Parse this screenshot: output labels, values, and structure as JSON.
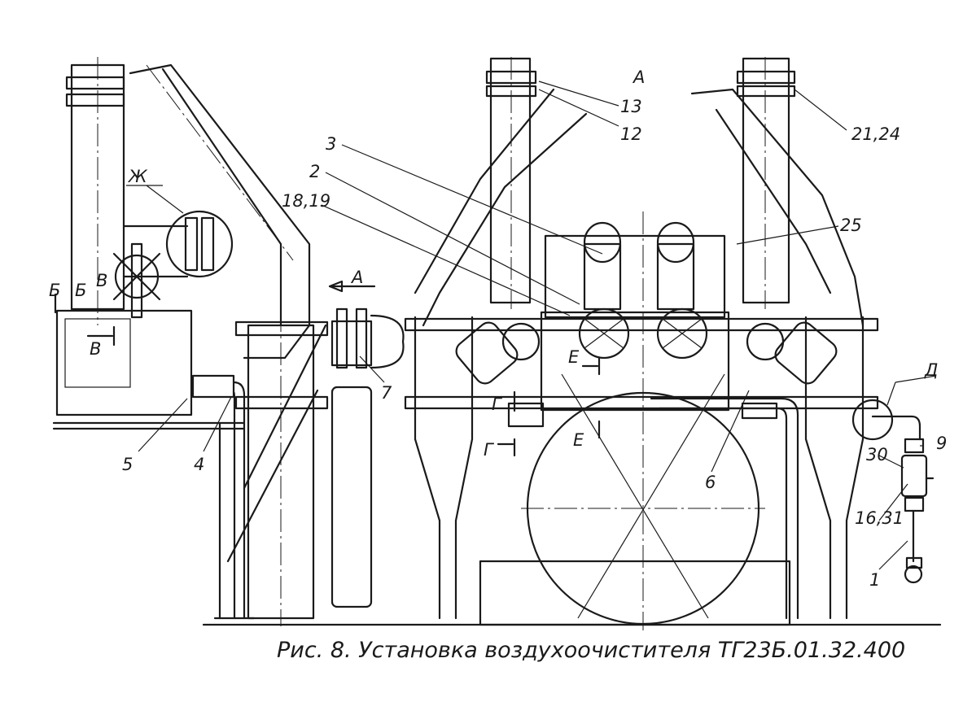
{
  "caption": "Рис. 8. Установка воздухоочистителя   ТГ23Б.01.32.400",
  "view_labels": {
    "view_a_top": "А",
    "view_a_arrow": "А",
    "section_b1": "Б",
    "section_b2": "Б",
    "section_v1": "В",
    "section_v2": "В",
    "section_g1": "Г",
    "section_g2": "Г",
    "section_e1": "Е",
    "section_e2": "Е",
    "detail_zh": "Ж",
    "detail_d": "Д"
  },
  "callouts": {
    "c1": "1",
    "c2": "2",
    "c3": "3",
    "c4": "4",
    "c5": "5",
    "c6": "6",
    "c7": "7",
    "c9": "9",
    "c12": "12",
    "c13": "13",
    "c16_31": "16,31",
    "c18_19": "18,19",
    "c21_24": "21,24",
    "c25": "25",
    "c30": "30"
  }
}
